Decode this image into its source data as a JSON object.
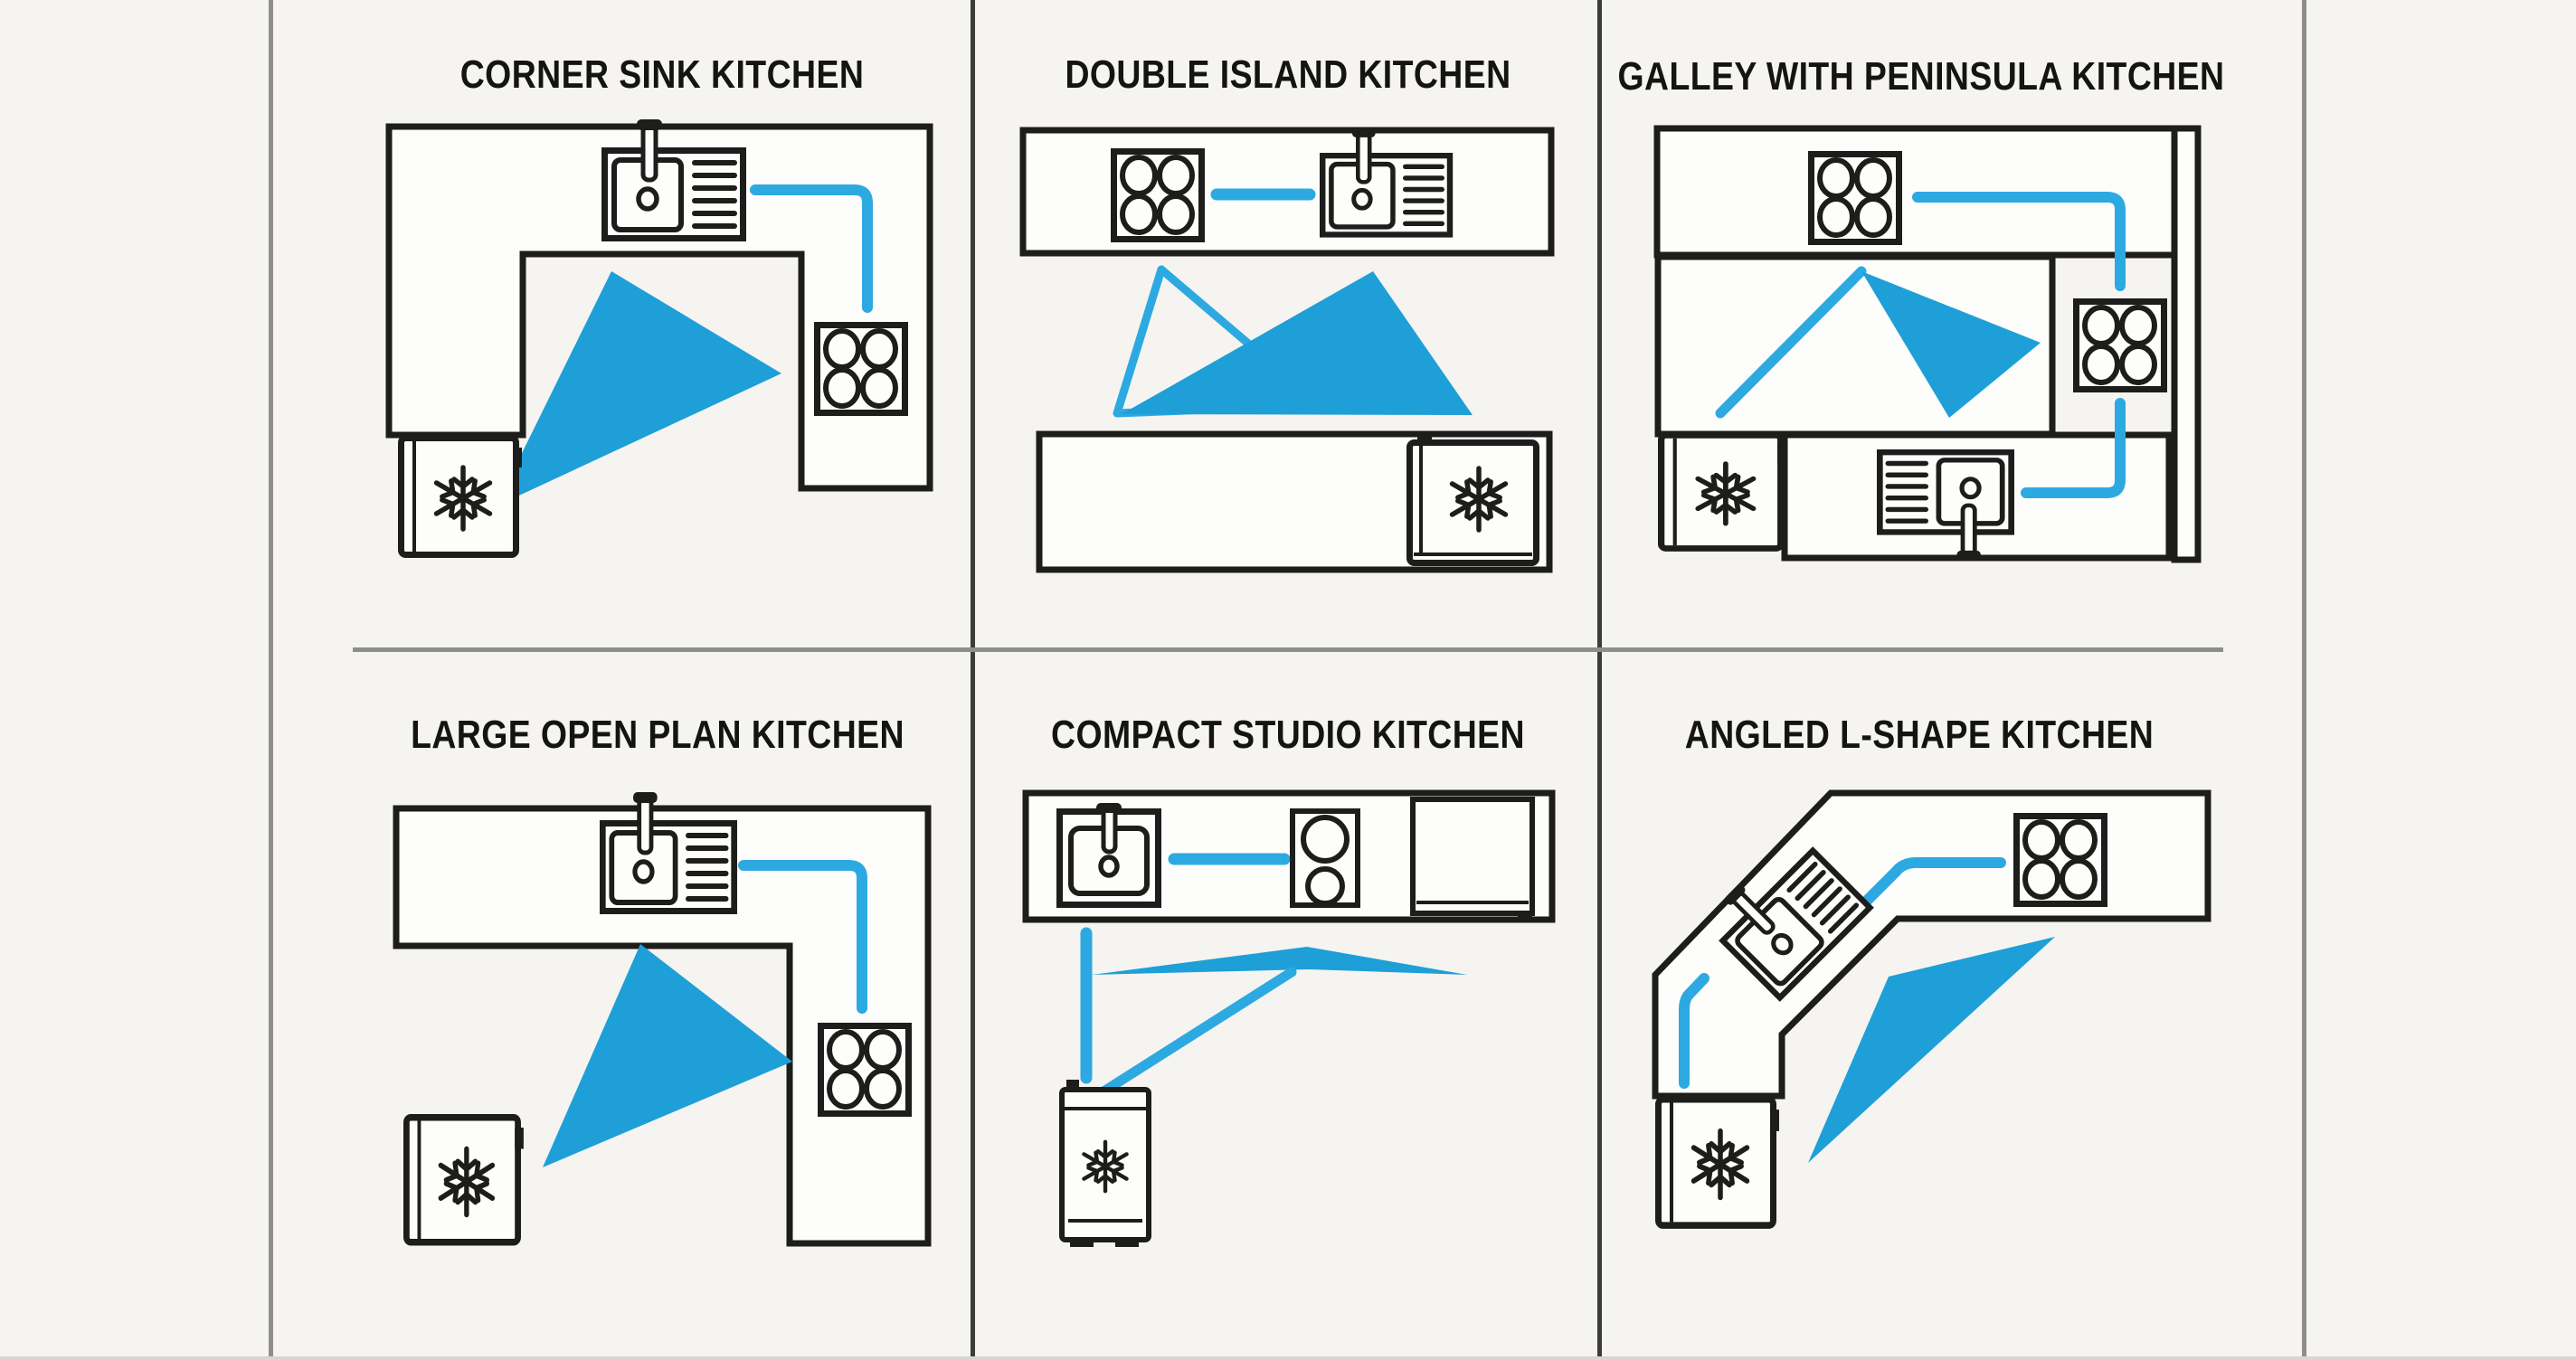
{
  "colors": {
    "bg": "#f5f4f0",
    "paper": "#fdfdfb",
    "ink": "#1d1d1b",
    "blue": "#1e9fd8",
    "blueLine": "#2da9e2",
    "dividerDark": "#3c3c3a",
    "dividerGray": "#8e8e8a",
    "edge": "#d8d6d1"
  },
  "panels": [
    {
      "id": "corner-sink-kitchen",
      "title": "CORNER SINK KITCHEN",
      "appliances": [
        "sink",
        "cooktop-4-burner",
        "refrigerator"
      ],
      "triangle": "filled"
    },
    {
      "id": "double-island-kitchen",
      "title": "DOUBLE ISLAND KITCHEN",
      "appliances": [
        "cooktop-4-burner",
        "sink",
        "refrigerator"
      ],
      "triangle": "outline-and-filled"
    },
    {
      "id": "galley-with-peninsula-kitchen",
      "title": "GALLEY WITH PENINSULA KITCHEN",
      "appliances": [
        "cooktop-4-burner",
        "cooktop-4-burner",
        "sink",
        "refrigerator"
      ],
      "triangle": "line-and-filled"
    },
    {
      "id": "large-open-plan-kitchen",
      "title": "LARGE OPEN PLAN KITCHEN",
      "appliances": [
        "sink",
        "cooktop-4-burner",
        "refrigerator"
      ],
      "triangle": "filled"
    },
    {
      "id": "compact-studio-kitchen",
      "title": "COMPACT STUDIO KITCHEN",
      "appliances": [
        "sink",
        "cooktop-2-burner",
        "refrigerator"
      ],
      "triangle": "flat-arrow"
    },
    {
      "id": "angled-l-shape-kitchen",
      "title": "ANGLED L-SHAPE KITCHEN",
      "appliances": [
        "sink",
        "cooktop-4-burner",
        "refrigerator"
      ],
      "triangle": "filled"
    }
  ]
}
